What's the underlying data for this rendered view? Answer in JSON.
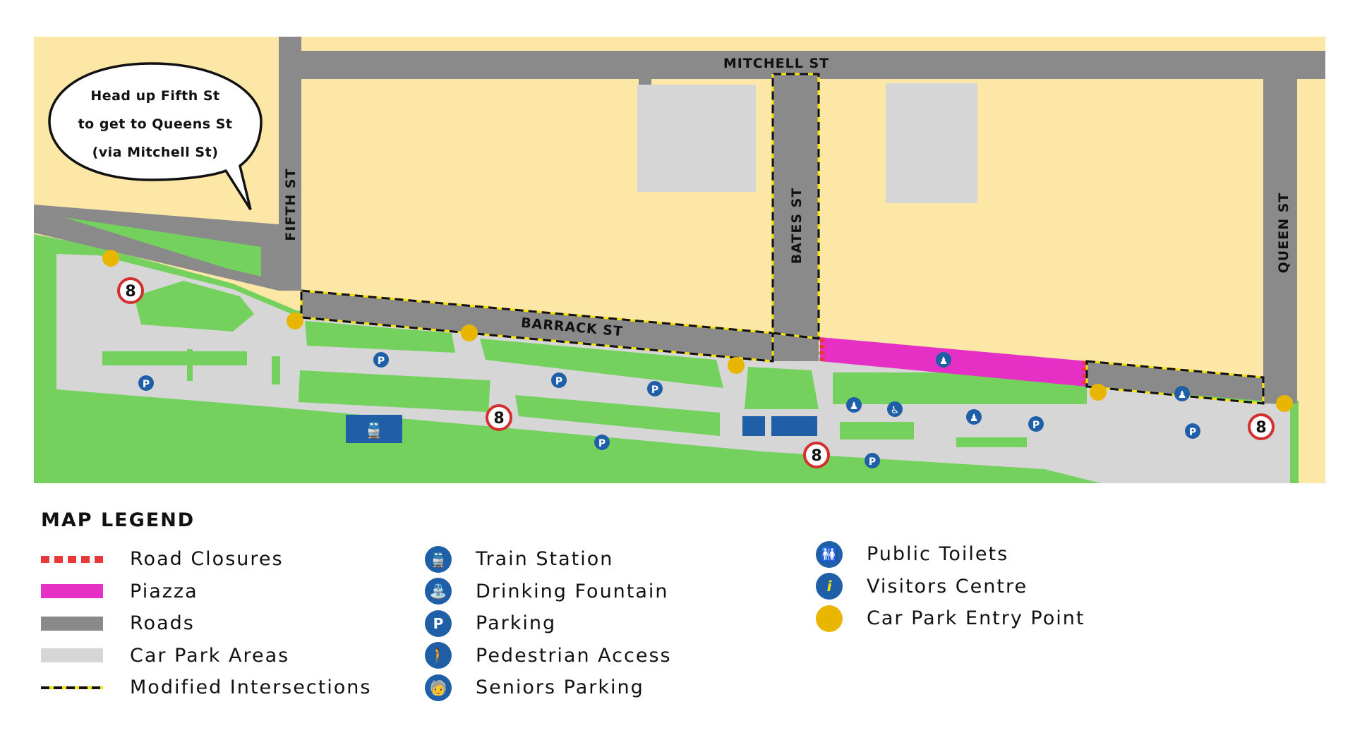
{
  "streets": {
    "mitchell": "MITCHELL ST",
    "fifth": "FIFTH ST",
    "bates": "BATES ST",
    "queen": "QUEEN ST",
    "barrack": "BARRACK ST"
  },
  "callout": {
    "line1": "Head up Fifth St",
    "line2": "to get to Queens St",
    "line3": "(via Mitchell St)"
  },
  "speed_limit": "8",
  "legend": {
    "title": "MAP LEGEND",
    "items": [
      {
        "label": "Road Closures",
        "icon": "road-closure-swatch"
      },
      {
        "label": "Piazza",
        "icon": "piazza-swatch",
        "color": "#e62fc4"
      },
      {
        "label": "Roads",
        "icon": "road-swatch",
        "color": "#8a8a8a"
      },
      {
        "label": "Car Park Areas",
        "icon": "car-park-swatch",
        "color": "#d6d6d6"
      },
      {
        "label": "Modified Intersections",
        "icon": "modified-intersection-swatch"
      },
      {
        "label": "Train Station",
        "icon": "train-icon"
      },
      {
        "label": "Drinking Fountain",
        "icon": "drinking-fountain-icon"
      },
      {
        "label": "Parking",
        "icon": "parking-icon",
        "glyph": "P"
      },
      {
        "label": "Pedestrian Access",
        "icon": "pedestrian-icon"
      },
      {
        "label": "Seniors Parking",
        "icon": "seniors-icon"
      },
      {
        "label": "Public Toilets",
        "icon": "toilets-icon"
      },
      {
        "label": "Visitors Centre",
        "icon": "visitors-centre-icon",
        "glyph": "i"
      },
      {
        "label": "Car Park Entry Point",
        "icon": "entry-point-icon",
        "color": "#e8b600"
      }
    ]
  },
  "colors": {
    "land": "#fce7a6",
    "grass": "#74d15e",
    "road": "#8a8a8a",
    "carpark": "#d6d6d6",
    "piazza": "#e62fc4",
    "icon_blue": "#1f5fa8",
    "entry_point": "#e8b600"
  }
}
